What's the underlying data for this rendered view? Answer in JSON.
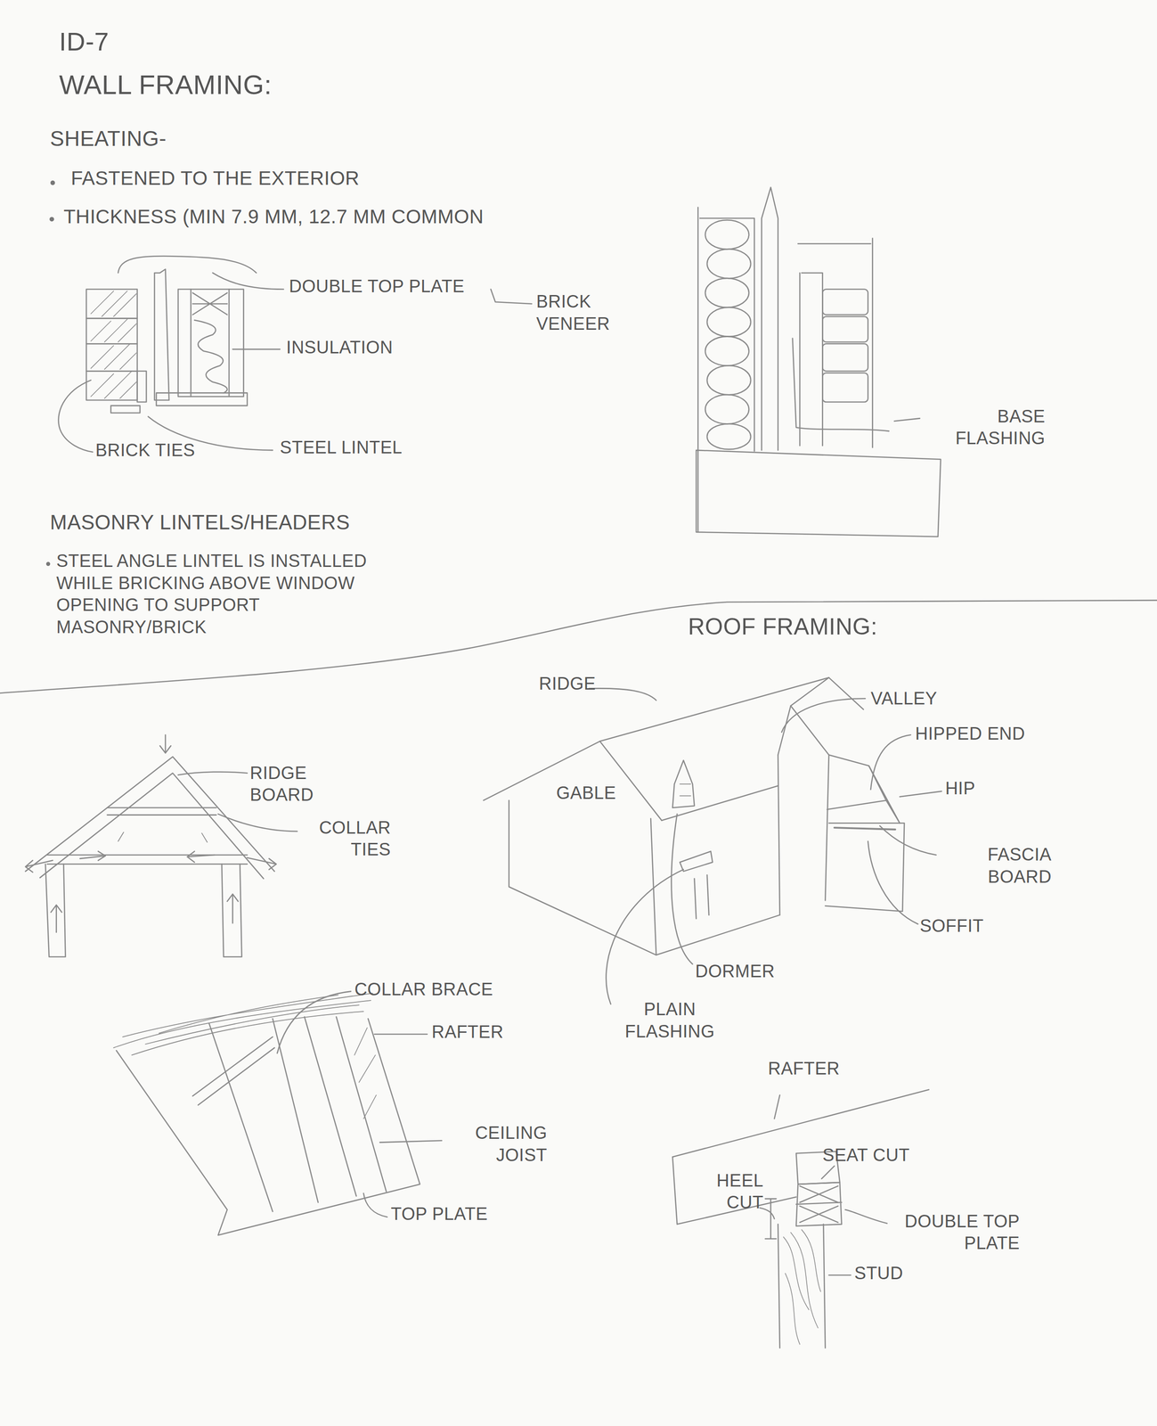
{
  "diagram": {
    "title": "WALL FRAMING:",
    "labels": [
      "ID-7",
      "SHEATING-",
      "FASTENED TO THE EXTERIOR",
      "THICKNESS (MIN 7.9 MM, 12.7 MM COMMON",
      "DOUBLE TOP PLATE",
      "BRICK VENEER",
      "INSULATION",
      "BRICK TIES",
      "STEEL LINTEL",
      "BASE FLASHING",
      "MASONRY LINTELS/HEADERS",
      "STEEL ANGLE LINTEL IS INSTALLED WHILE BRICKING ABOVE WINDOW OPENING TO SUPPORT MASONRY/BRICK",
      "ROOF FRAMING:",
      "RIDGE",
      "VALLEY",
      "HIPPED END",
      "HIP",
      "GABLE",
      "FASCIA BOARD",
      "SOFFIT",
      "DORMER",
      "PLAIN FLASHING",
      "RIDGE BOARD",
      "COLLAR TIES",
      "COLLAR BRACE",
      "RAFTER",
      "CEILING JOIST",
      "TOP PLATE",
      "RAFTER",
      "SEAT CUT",
      "HEEL CUT",
      "DOUBLE TOP PLATE",
      "STUD"
    ]
  }
}
